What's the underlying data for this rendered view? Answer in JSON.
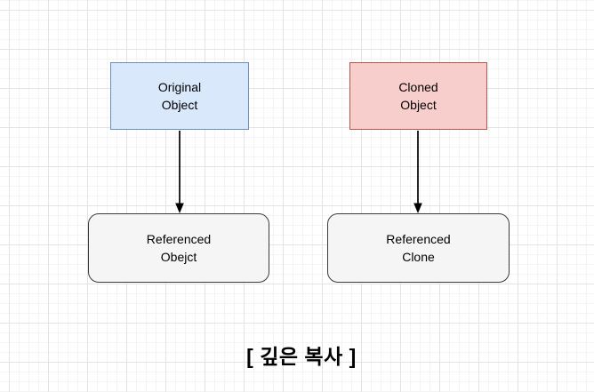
{
  "diagram": {
    "caption": "[ 깊은 복사 ]",
    "nodes": [
      {
        "id": "original-object",
        "line1": "Original",
        "line2": "Object",
        "shape": "rectangle",
        "fill": "#DAE8FC",
        "border": "#6C8EBF"
      },
      {
        "id": "cloned-object",
        "line1": "Cloned",
        "line2": "Object",
        "shape": "rectangle",
        "fill": "#F8CECC",
        "border": "#B85450"
      },
      {
        "id": "referenced-object",
        "line1": "Referenced",
        "line2": "Obejct",
        "shape": "rounded-rectangle",
        "fill": "#F5F5F5",
        "border": "#3B3B3B"
      },
      {
        "id": "referenced-clone",
        "line1": "Referenced",
        "line2": "Clone",
        "shape": "rounded-rectangle",
        "fill": "#F5F5F5",
        "border": "#3B3B3B"
      }
    ],
    "edges": [
      {
        "from": "original-object",
        "to": "referenced-object",
        "style": "solid-arrow-down",
        "color": "#000000"
      },
      {
        "from": "cloned-object",
        "to": "referenced-clone",
        "style": "solid-arrow-down",
        "color": "#000000"
      }
    ],
    "colors": {
      "background": "#FFFFFF",
      "grid_minor": "#F4F4F4",
      "grid_major": "#E3E3E3",
      "arrow": "#000000",
      "text": "#000000"
    }
  }
}
